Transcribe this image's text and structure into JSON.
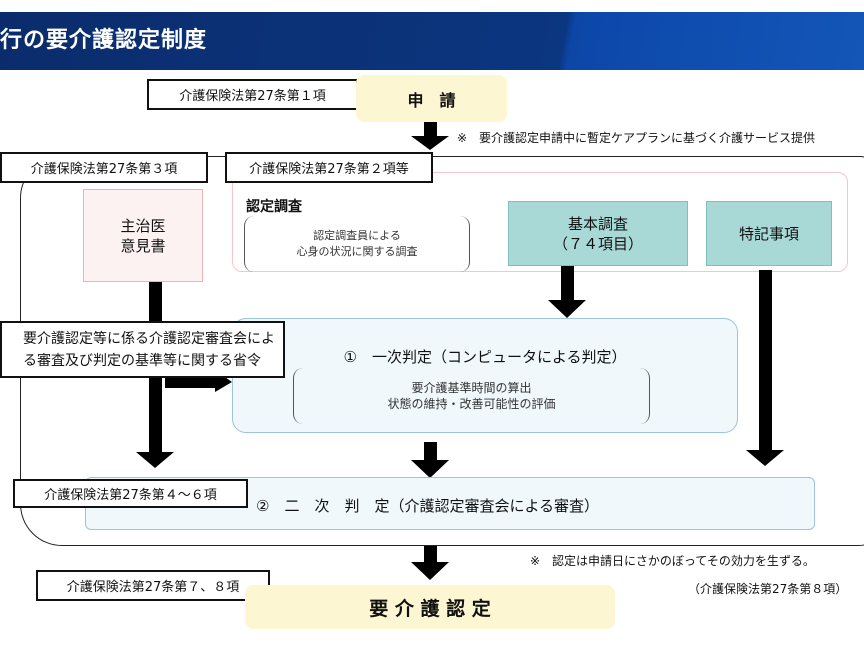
{
  "header": {
    "title": "行の要介護認定制度"
  },
  "application": {
    "law": "介護保険法第27条第１項",
    "label": "申　請",
    "note": "※　要介護認定申請中に暫定ケアプランに基づく介護サービス提供"
  },
  "survey": {
    "law_doctor": "介護保険法第27条第３項",
    "law_survey": "介護保険法第27条第２項等",
    "doctor_opinion": "主治医\n意見書",
    "survey_title": "認定調査",
    "survey_desc": "認定調査員による\n心身の状況に関する調査",
    "basic_survey": "基本調査\n（７４項目）",
    "special_notes": "特記事項"
  },
  "ordinance": "要介護認定等に係る介護認定審査会によ\nる審査及び判定の基準等に関する省令",
  "first_judgment": {
    "label": "①　一次判定（コンピュータによる判定）",
    "desc": "要介護基準時間の算出\n状態の維持・改善可能性の評価"
  },
  "second_judgment": {
    "law": "介護保険法第27条第４～６項",
    "label": "②　二　次　判　定（介護認定審査会による審査）"
  },
  "result": {
    "law": "介護保険法第27条第７、８項",
    "label": "要 介 護 認 定",
    "note": "※　認定は申請日にさかのぼってその効力を生ずる。",
    "note_law": "（介護保険法第27条第８項）"
  },
  "colors": {
    "header": "#0b2c6c",
    "yellow": "#fdf6d3",
    "teal": "#a9d9d7",
    "pink": "#fdf2f2",
    "light_blue": "#f0f8fc"
  }
}
